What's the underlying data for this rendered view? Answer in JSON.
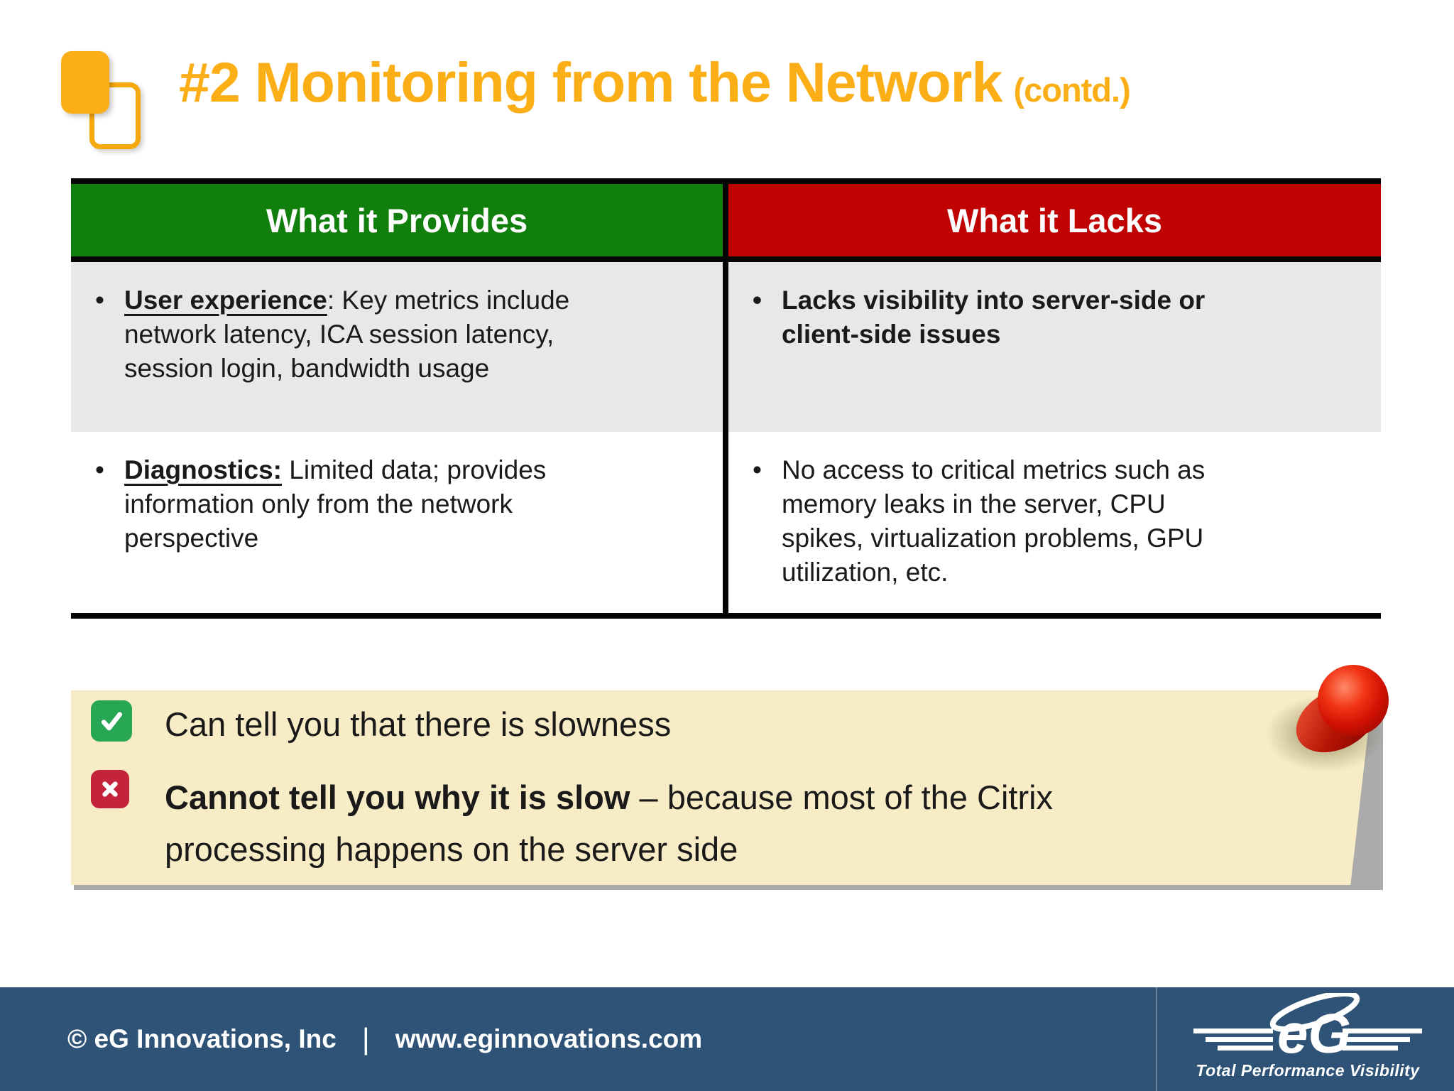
{
  "title": {
    "main": "#2 Monitoring from the Network",
    "contd": "(contd.)"
  },
  "colors": {
    "accent_orange": "#FBAE15",
    "header_green": "#117F0B",
    "header_red": "#C00202",
    "row_gray": "#E8E8E8",
    "note_cream": "#F8ECC6",
    "check_green": "#27A653",
    "cross_red": "#C3233B",
    "pin_red": "#D01103",
    "footer_blue": "#2E5377"
  },
  "table": {
    "bullet": "•",
    "provides_header": "What it Provides",
    "lacks_header": "What it Lacks",
    "rows": [
      {
        "provides_lead": "User experience",
        "provides_rest": ": Key metrics include\nnetwork latency, ICA session latency,\nsession login, bandwidth usage",
        "lacks_text": "Lacks visibility into server-side or\nclient-side issues"
      },
      {
        "provides_lead": "Diagnostics:",
        "provides_rest": " Limited data; provides\ninformation only from the network\nperspective",
        "lacks_text": "No access to critical metrics such as\nmemory leaks in the server, CPU\nspikes, virtualization problems, GPU\nutilization, etc."
      }
    ]
  },
  "note": {
    "line1": "Can tell you that there is slowness",
    "line2_bold": "Cannot tell you why it is slow",
    "line2_rest": " – because most of the Citrix\nprocessing happens on the server side"
  },
  "footer": {
    "copyright": "© eG Innovations, Inc",
    "separator": "|",
    "website": "www.eginnovations.com",
    "logo": "eG",
    "tagline": "Total Performance Visibility"
  }
}
